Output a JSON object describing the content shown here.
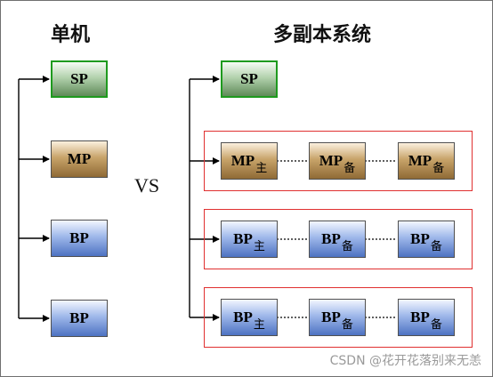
{
  "left": {
    "title": "单机",
    "nodes": [
      {
        "label": "SP",
        "kind": "sp"
      },
      {
        "label": "MP",
        "kind": "mp"
      },
      {
        "label": "BP",
        "kind": "bp"
      },
      {
        "label": "BP",
        "kind": "bp"
      }
    ]
  },
  "middle": {
    "vs": "VS"
  },
  "right": {
    "title": "多副本系统",
    "sp": {
      "label": "SP"
    },
    "groups": [
      {
        "kind": "mp",
        "nodes": [
          {
            "label": "MP",
            "role": "主"
          },
          {
            "label": "MP",
            "role": "备"
          },
          {
            "label": "MP",
            "role": "备"
          }
        ]
      },
      {
        "kind": "bp",
        "nodes": [
          {
            "label": "BP",
            "role": "主"
          },
          {
            "label": "BP",
            "role": "备"
          },
          {
            "label": "BP",
            "role": "备"
          }
        ]
      },
      {
        "kind": "bp",
        "nodes": [
          {
            "label": "BP",
            "role": "主"
          },
          {
            "label": "BP",
            "role": "备"
          },
          {
            "label": "BP",
            "role": "备"
          }
        ]
      }
    ]
  },
  "watermark": "CSDN @花开花落别来无恙"
}
